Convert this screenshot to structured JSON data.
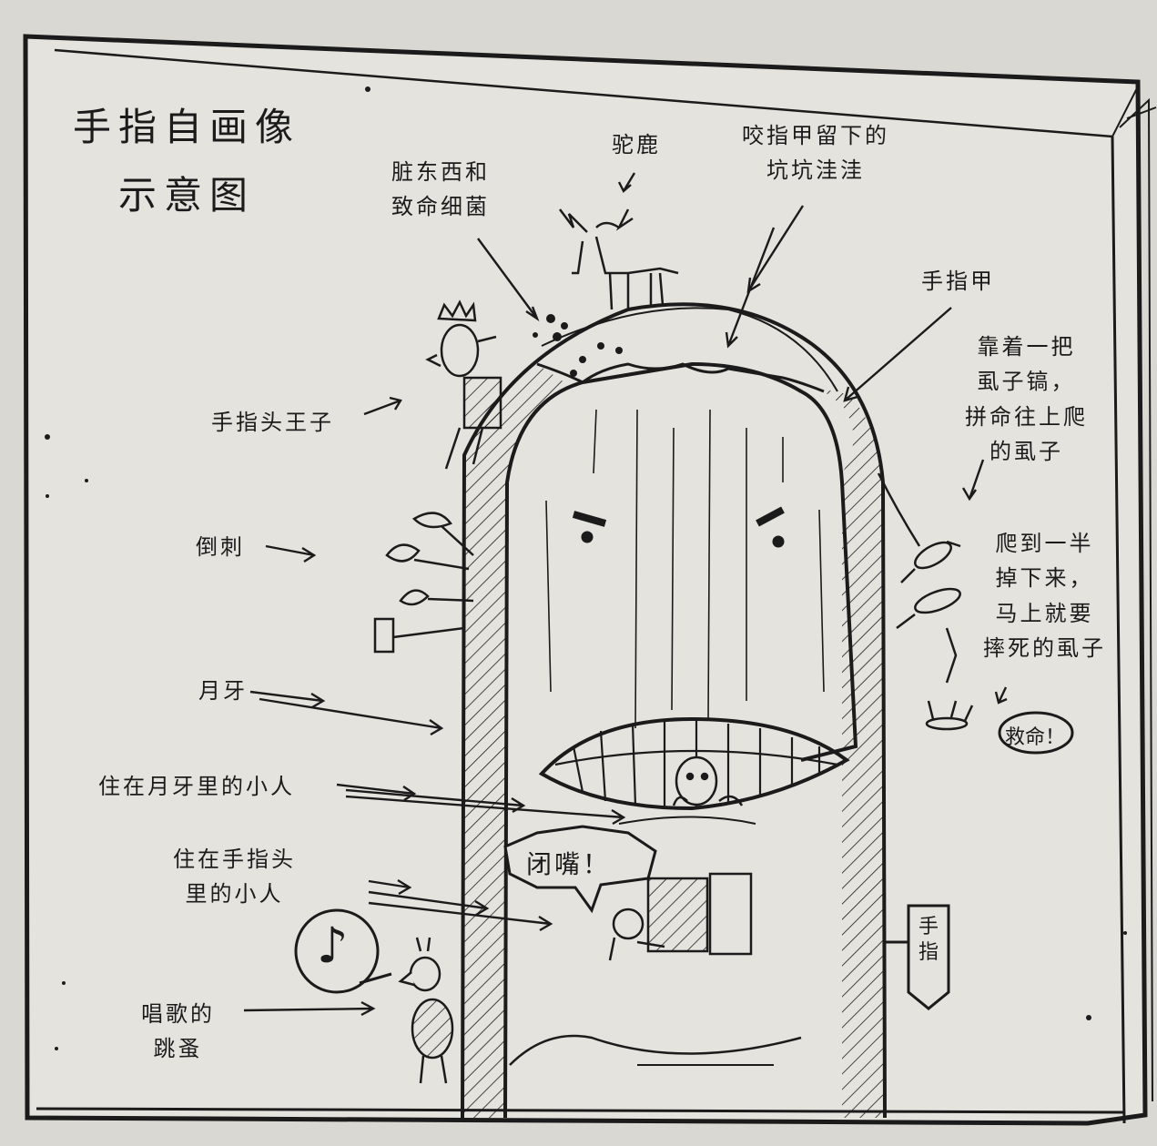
{
  "title": {
    "line1": "手指自画像",
    "line2": "示意图"
  },
  "labels": {
    "dirt": [
      "脏东西和",
      "致命细菌"
    ],
    "ostrich": "驼鹿",
    "bite_marks": [
      "咬指甲留下的",
      "坑坑洼洼"
    ],
    "nail": "手指甲",
    "louse_climbing": [
      "靠着一把",
      "虱子镐，",
      "拼命往上爬",
      "的虱子"
    ],
    "prince": "手指头王子",
    "hangnail": "倒刺",
    "louse_falling": [
      "爬到一半",
      "掉下来，",
      "马上就要",
      "摔死的虱子"
    ],
    "lunula": "月牙",
    "lunula_people": "住在月牙里的小人",
    "finger_people": [
      "住在手指头",
      "里的小人"
    ],
    "flea": [
      "唱歌的",
      "跳蚤"
    ]
  },
  "bubbles": {
    "shut_up": "闭嘴！",
    "help": "救命！",
    "music_note": "♪",
    "sign": "手指"
  },
  "colors": {
    "ink": "#1b1b1b",
    "paper": "#e4e3de",
    "page_bg": "#d9d8d3"
  }
}
